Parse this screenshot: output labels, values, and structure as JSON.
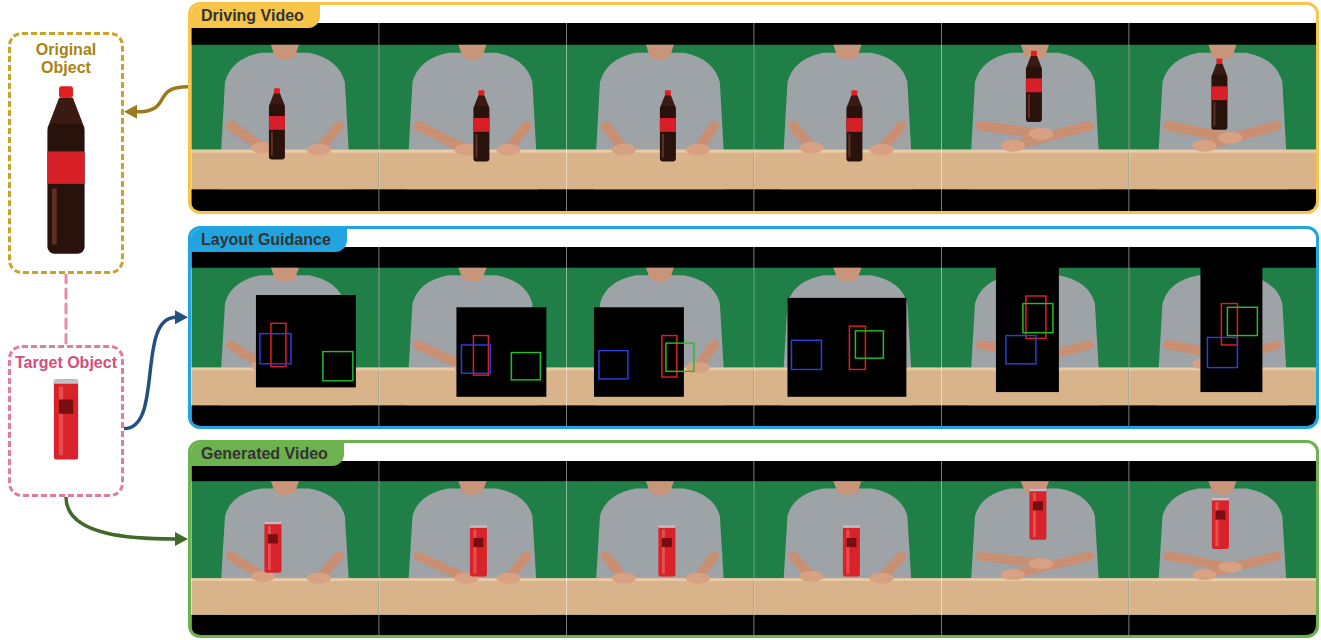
{
  "diagram": {
    "nodes": [
      {
        "text": [
          "Original Object"
        ]
      },
      {
        "text": [
          "Target Object"
        ]
      },
      {
        "text": [
          "Driving Video"
        ]
      },
      {
        "text": [
          "Layout Guidance"
        ]
      },
      {
        "text": [
          "Generated Video"
        ]
      }
    ],
    "edges": [
      {
        "from": 2,
        "to": 0,
        "arrow": "to"
      },
      {
        "from": 0,
        "to": 1,
        "arrow": "none"
      },
      {
        "from": 1,
        "to": 3,
        "arrow": "to"
      },
      {
        "from": 1,
        "to": 4,
        "arrow": "to"
      }
    ]
  }
}
